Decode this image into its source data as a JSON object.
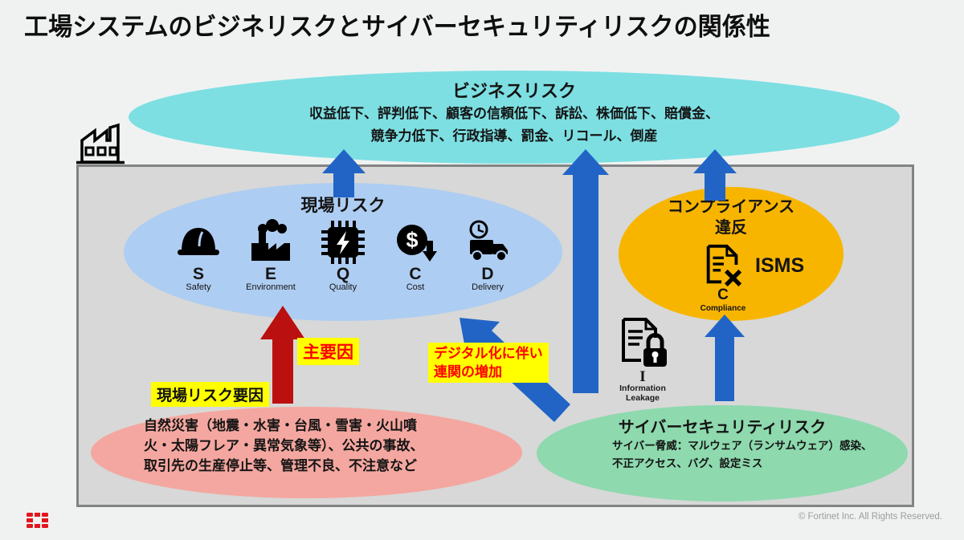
{
  "page": {
    "title": "工場システムのビジネリスクとサイバーセキュリティリスクの関係性",
    "copyright": "© Fortinet Inc. All Rights Reserved."
  },
  "business_risk": {
    "title": "ビジネスリスク",
    "line1": "収益低下、評判低下、顧客の信頼低下、訴訟、株価低下、賠償金、",
    "line2": "競争力低下、行政指導、罰金、リコール、倒産"
  },
  "field_risk": {
    "title": "現場リスク",
    "items": [
      {
        "letter": "S",
        "label": "Safety",
        "icon": "helmet-icon"
      },
      {
        "letter": "E",
        "label": "Environment",
        "icon": "factory-smoke-icon"
      },
      {
        "letter": "Q",
        "label": "Quality",
        "icon": "chip-icon"
      },
      {
        "letter": "C",
        "label": "Cost",
        "icon": "cost-down-icon"
      },
      {
        "letter": "D",
        "label": "Delivery",
        "icon": "truck-clock-icon"
      }
    ]
  },
  "compliance": {
    "title_line1": "コンプライアンス",
    "title_line2": "違反",
    "isms": "ISMS",
    "letter": "C",
    "label": "Compliance",
    "icon": "document-x-icon"
  },
  "labels": {
    "main_factor": "主要因",
    "field_risk_factor": "現場リスク要因",
    "digital_line1": "デジタル化に伴い",
    "digital_line2": "連関の増加"
  },
  "field_risk_causes": {
    "line1": "自然災害（地震・水害・台風・雪害・火山噴",
    "line2": "火・太陽フレア・異常気象等）、公共の事故、",
    "line3": "取引先の生産停止等、管理不良、不注意など"
  },
  "cyber_risk": {
    "title": "サイバーセキュリティリスク",
    "line1": "サイバー脅威：マルウェア（ランサムウェア）感染、",
    "line2": "不正アクセス、バグ、設定ミス"
  },
  "info_leakage": {
    "letter": "I",
    "label_line1": "Information",
    "label_line2": "Leakage",
    "icon": "document-lock-icon"
  },
  "icons": [
    "factory-outline-icon",
    "fortinet-logo-icon"
  ],
  "colors": {
    "business_risk_fill": "#7ddfe2",
    "field_risk_fill": "#aecdf2",
    "compliance_fill": "#f8b500",
    "causes_fill": "#f4a7a0",
    "cyber_fill": "#8ed9ae",
    "arrow_blue": "#2164c6",
    "arrow_red": "#bb1010",
    "highlight_yellow": "#ffff00",
    "highlight_red_text": "#ff0000",
    "box_fill": "#d7d8d7",
    "fortinet_red": "#e2171e"
  }
}
